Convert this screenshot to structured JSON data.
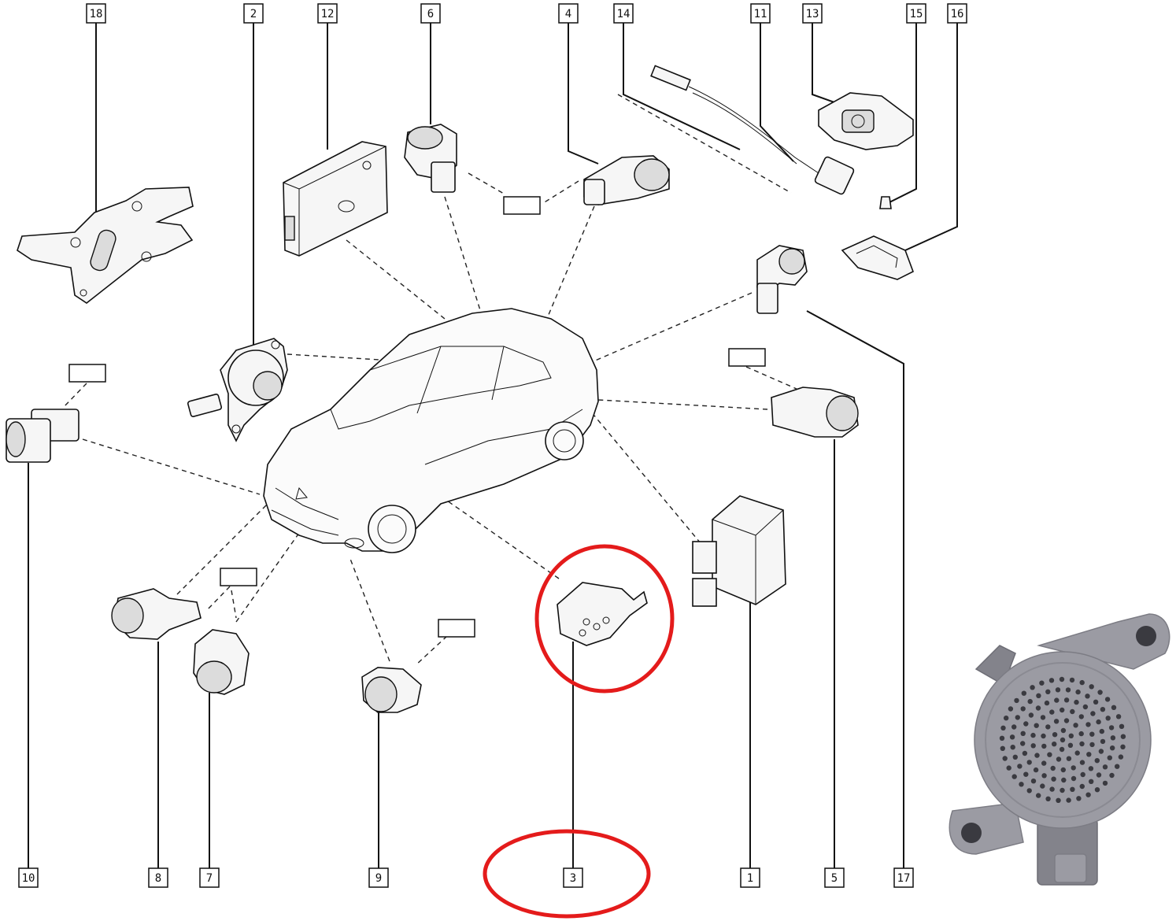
{
  "diagram": {
    "callouts": [
      "18",
      "2",
      "12",
      "6",
      "4",
      "14",
      "11",
      "13",
      "15",
      "16",
      "10",
      "8",
      "7",
      "9",
      "3",
      "1",
      "5",
      "17"
    ],
    "highlighted_callout": "3",
    "highlight_color": "#e41b1b",
    "buzzer_color": "#9b9ba3"
  }
}
